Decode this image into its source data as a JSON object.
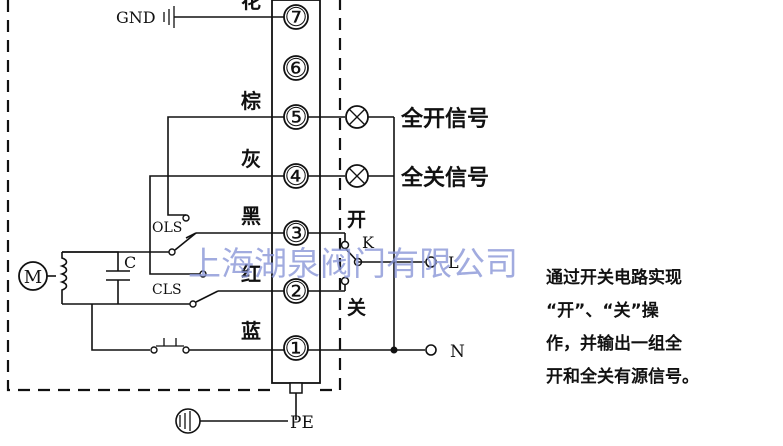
{
  "terminals": [
    {
      "num": "⑦",
      "wire_color": "花"
    },
    {
      "num": "⑥",
      "wire_color": ""
    },
    {
      "num": "⑤",
      "wire_color": "棕"
    },
    {
      "num": "④",
      "wire_color": "灰"
    },
    {
      "num": "③",
      "wire_color": "黑"
    },
    {
      "num": "②",
      "wire_color": "红"
    },
    {
      "num": "①",
      "wire_color": "蓝"
    }
  ],
  "labels": {
    "gnd": "GND",
    "pe": "PE",
    "motor": "M",
    "capacitor": "C",
    "ols": "OLS",
    "cls": "CLS",
    "switch_open": "开",
    "switch_k": "K",
    "switch_close": "关",
    "line_l": "L",
    "line_n": "N",
    "full_open_signal": "全开信号",
    "full_close_signal": "全关信号"
  },
  "watermark": "上海湖泉阀门有限公司",
  "description": [
    "通过开关电路实现",
    "“开”、“关”操",
    "作，并输出一组全",
    "开和全关有源信号。"
  ],
  "colors": {
    "line": "#111111",
    "watermark": "#8a97d8",
    "background": "#ffffff"
  }
}
